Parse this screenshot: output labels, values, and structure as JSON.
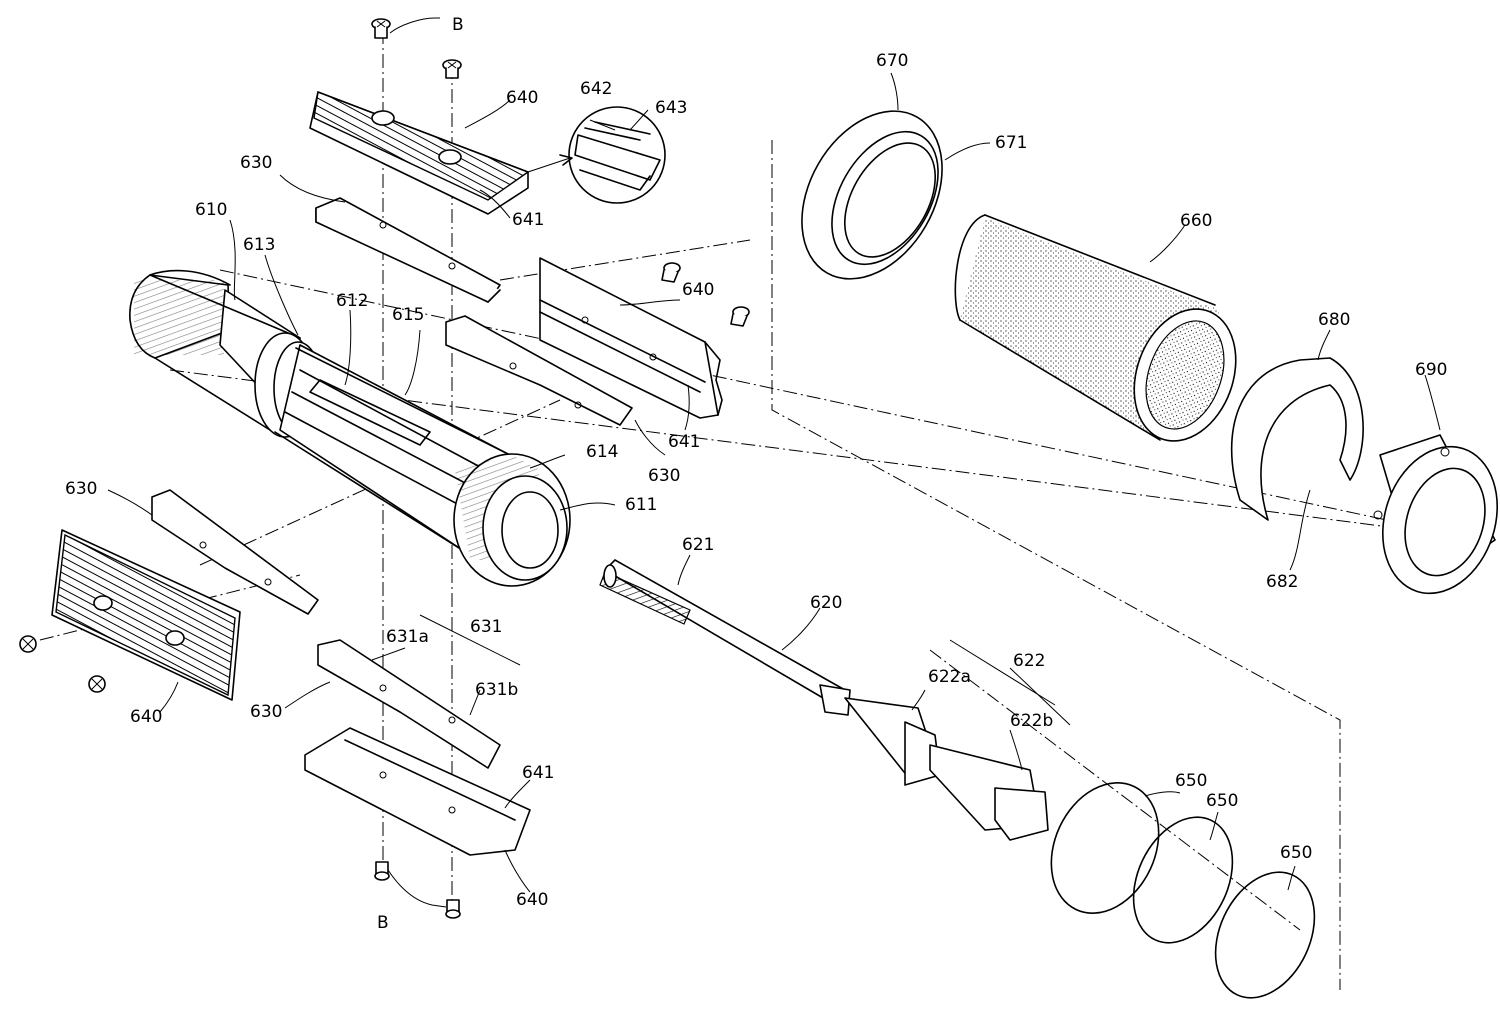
{
  "labels": {
    "b_top": "B",
    "b_bottom": "B",
    "l610": "610",
    "l611": "611",
    "l612": "612",
    "l613": "613",
    "l614": "614",
    "l615": "615",
    "l620": "620",
    "l621": "621",
    "l622": "622",
    "l622a": "622a",
    "l622b": "622b",
    "l630_a": "630",
    "l630_b": "630",
    "l630_c": "630",
    "l630_d": "630",
    "l631": "631",
    "l631a": "631a",
    "l631b": "631b",
    "l640_a": "640",
    "l640_b": "640",
    "l640_c": "640",
    "l640_d": "640",
    "l641_a": "641",
    "l641_b": "641",
    "l641_c": "641",
    "l642": "642",
    "l643": "643",
    "l650_a": "650",
    "l650_b": "650",
    "l650_c": "650",
    "l660": "660",
    "l670": "670",
    "l671": "671",
    "l680": "680",
    "l682": "682",
    "l690": "690"
  }
}
